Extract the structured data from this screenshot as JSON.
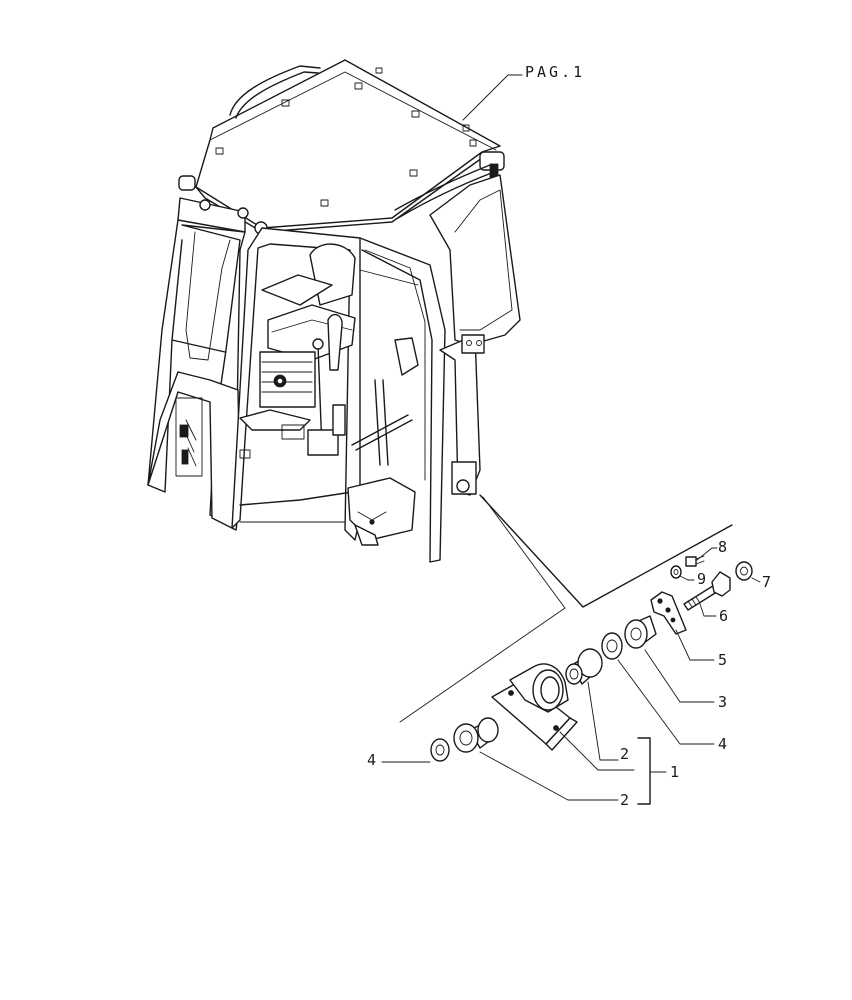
{
  "page_ref": "PAG.1",
  "callouts": {
    "p1": "1",
    "p2_upper": "2",
    "p2_lower": "2",
    "p3": "3",
    "p4_right": "4",
    "p4_left": "4",
    "p5": "5",
    "p6": "6",
    "p7": "7",
    "p8": "8",
    "p9": "9"
  }
}
